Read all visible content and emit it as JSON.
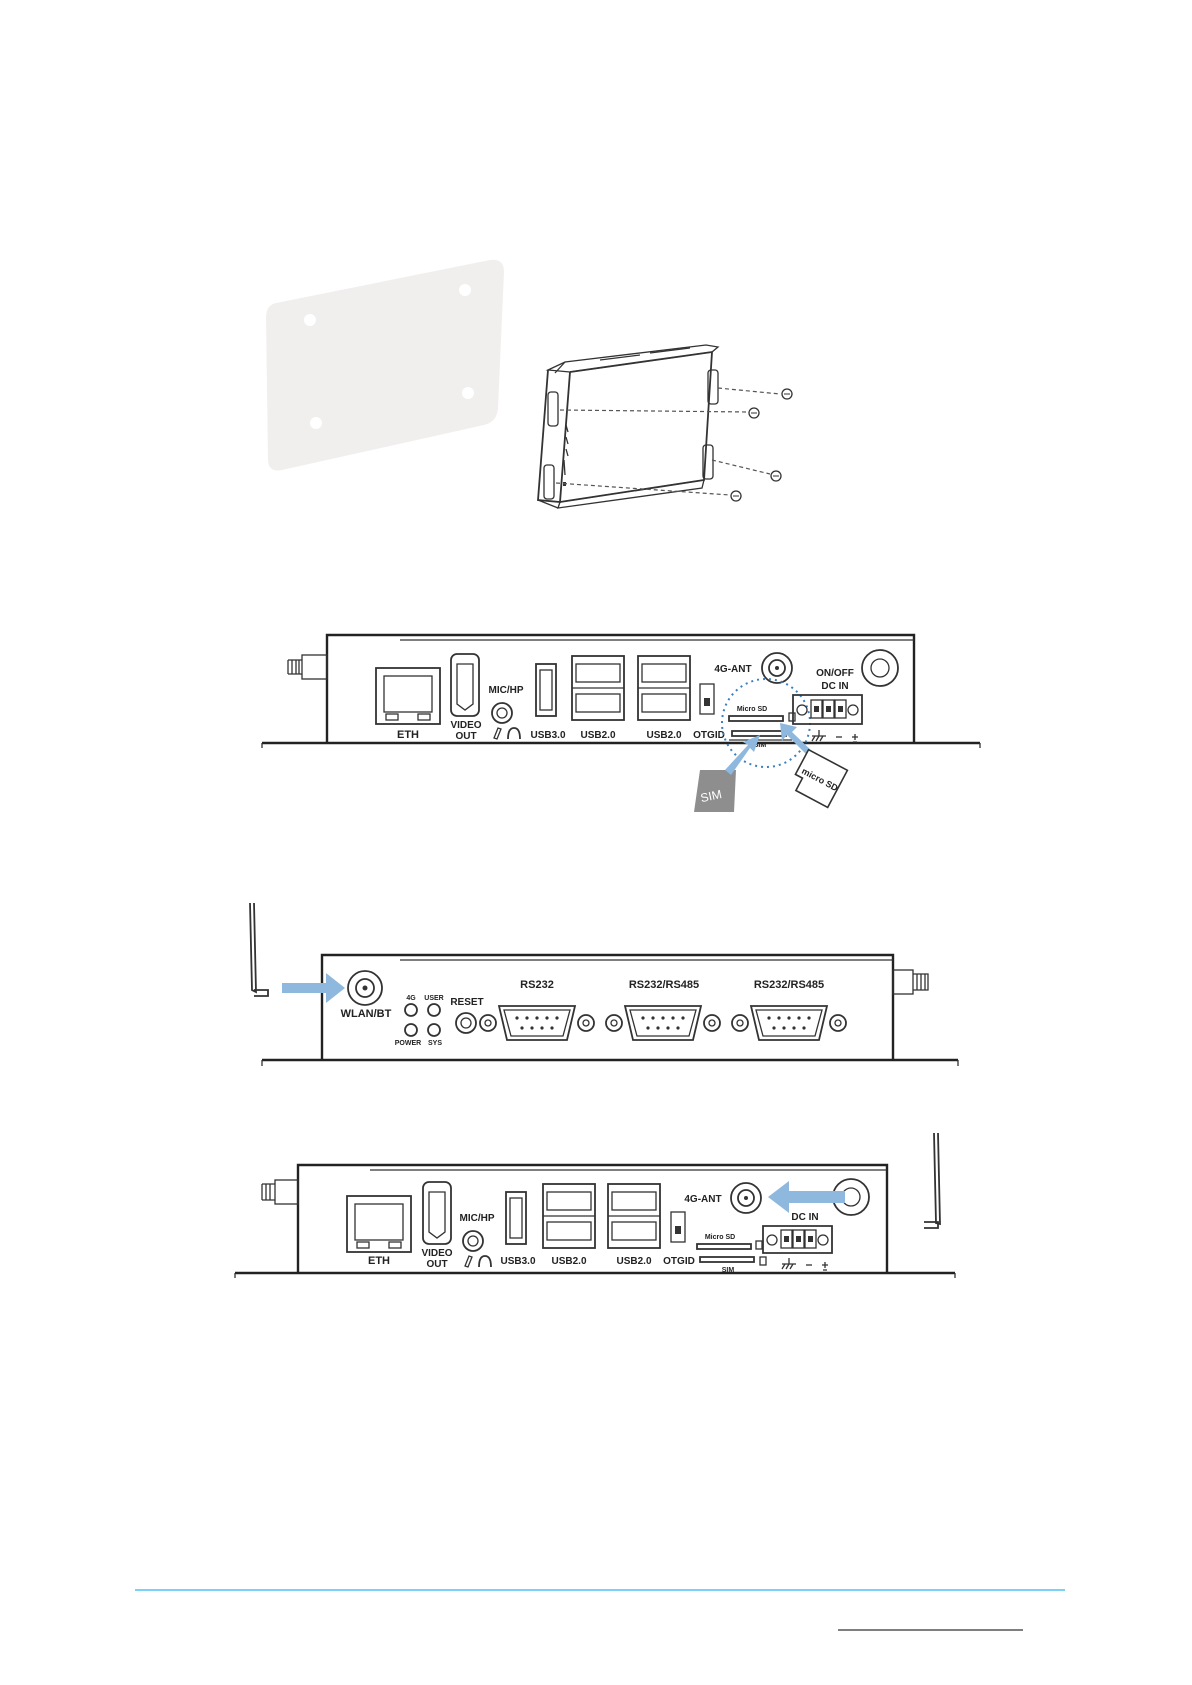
{
  "colors": {
    "accent_arrow": "#8fb8de",
    "footer_rule": "#4fc3f7",
    "mount_plate": "#f1efee",
    "line": "#333333"
  },
  "panel_front": {
    "eth": "ETH",
    "video_out_line1": "VIDEO",
    "video_out_line2": "OUT",
    "mic_hp": "MIC/HP",
    "usb30": "USB3.0",
    "usb20_a": "USB2.0",
    "usb20_b": "USB2.0",
    "otgid": "OTGID",
    "ant4g": "4G-ANT",
    "onoff": "ON/OFF",
    "dcin": "DC IN",
    "microsd": "Micro SD",
    "sim": "SIM"
  },
  "cards": {
    "sim_card": "SIM",
    "microsd_card": "micro SD"
  },
  "panel_rear": {
    "wlan_bt": "WLAN/BT",
    "led_4g": "4G",
    "led_user": "USER",
    "led_power": "POWER",
    "led_sys": "SYS",
    "reset": "RESET",
    "rs232": "RS232",
    "rs232_485_a": "RS232/RS485",
    "rs232_485_b": "RS232/RS485"
  },
  "panel_front_2": {
    "eth": "ETH",
    "video_out_line1": "VIDEO",
    "video_out_line2": "OUT",
    "mic_hp": "MIC/HP",
    "usb30": "USB3.0",
    "usb20_a": "USB2.0",
    "usb20_b": "USB2.0",
    "otgid": "OTGID",
    "ant4g": "4G-ANT",
    "dcin": "DC IN",
    "microsd": "Micro SD",
    "sim": "SIM"
  }
}
